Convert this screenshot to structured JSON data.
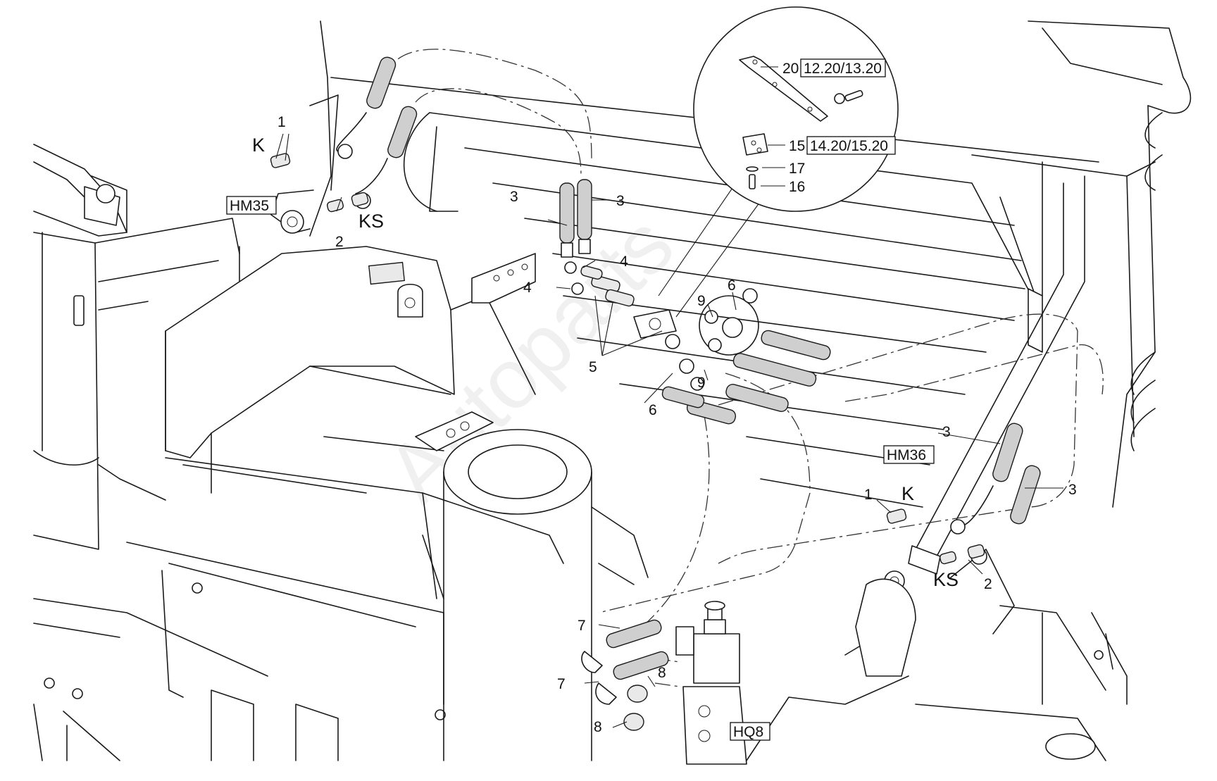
{
  "watermark": "Autoparts",
  "callouts": {
    "c1_left": "1",
    "c1_right": "1",
    "c2_left": "2",
    "c2_right": "2",
    "c3_a": "3",
    "c3_b": "3",
    "c3_c": "3",
    "c3_d": "3",
    "c4_a": "4",
    "c4_b": "4",
    "c5": "5",
    "c6_a": "6",
    "c6_b": "6",
    "c7_a": "7",
    "c7_b": "7",
    "c8_a": "8",
    "c8_b": "8",
    "c9_a": "9",
    "c9_b": "9",
    "c15": "15",
    "c16": "16",
    "c17": "17",
    "c20": "20"
  },
  "codes": {
    "k_left": "K",
    "k_right": "K",
    "ks_left": "KS",
    "ks_right": "KS",
    "hm35": "HM35",
    "hm36": "HM36",
    "hq8": "HQ8",
    "ref_1220": "12.20/13.20",
    "ref_1420": "14.20/15.20"
  }
}
